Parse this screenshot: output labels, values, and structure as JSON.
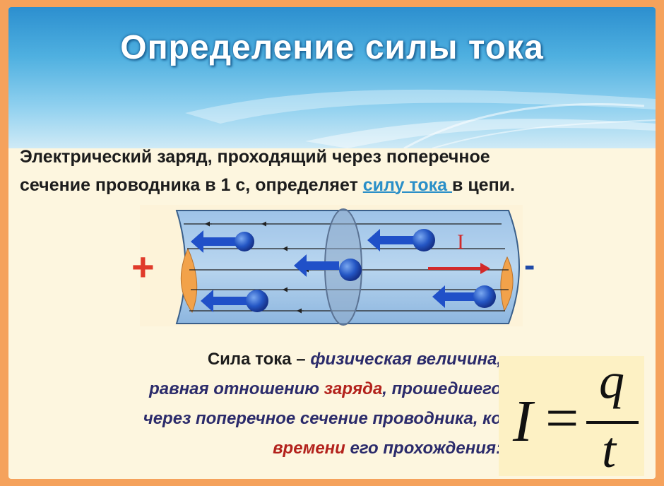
{
  "title": "Определение силы тока",
  "intro": {
    "line1": "Электрический заряд, проходящий через поперечное",
    "line2_before": "сечение проводника в 1 с, определяет ",
    "line2_link": "силу тока ",
    "line2_after": "в цепи."
  },
  "diagram": {
    "plus_sign": "+",
    "minus_sign": "-",
    "current_label": "I"
  },
  "definition": {
    "p1_normal": "Сила тока – ",
    "p1_italic": "физическая величина,",
    "p2_italic_a": "равная отношению ",
    "p2_red": "заряда",
    "p2_italic_b": ", прошедшего",
    "p3_italic": "через поперечное сечение проводника, ко",
    "p4_red": "времени",
    "p4_italic": " его прохождения:"
  },
  "formula": {
    "lhs": "I",
    "equals": "=",
    "numerator": "q",
    "denominator": "t"
  },
  "colors": {
    "background": "#f5a25c",
    "header": "#4fb0e0",
    "link": "#2a8fc8",
    "accent_red": "#b3221c",
    "charge_blue": "#1f4aa8"
  }
}
